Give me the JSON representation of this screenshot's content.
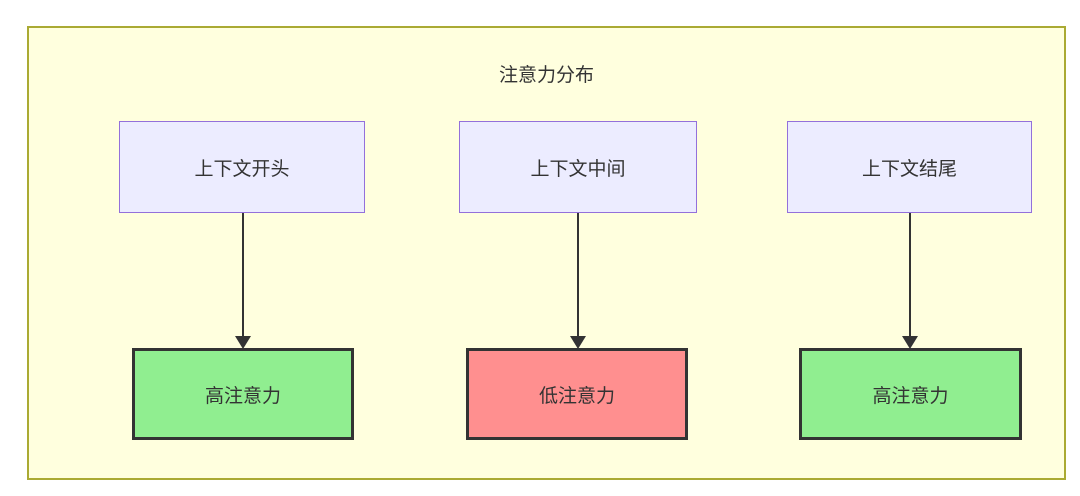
{
  "diagram": {
    "title": "注意力分布",
    "columns": [
      {
        "source": "上下文开头",
        "target": "高注意力",
        "attention_level": "high"
      },
      {
        "source": "上下文中间",
        "target": "低注意力",
        "attention_level": "low"
      },
      {
        "source": "上下文结尾",
        "target": "高注意力",
        "attention_level": "high"
      }
    ],
    "colors": {
      "panel_background": "#ffffde",
      "panel_border": "#aaaa33",
      "source_node_background": "#ececff",
      "source_node_border": "#9370db",
      "high_attention_background": "#90ee90",
      "low_attention_background": "#ff8f8f",
      "target_node_border": "#333333",
      "arrow": "#333333",
      "text": "#333333"
    }
  }
}
